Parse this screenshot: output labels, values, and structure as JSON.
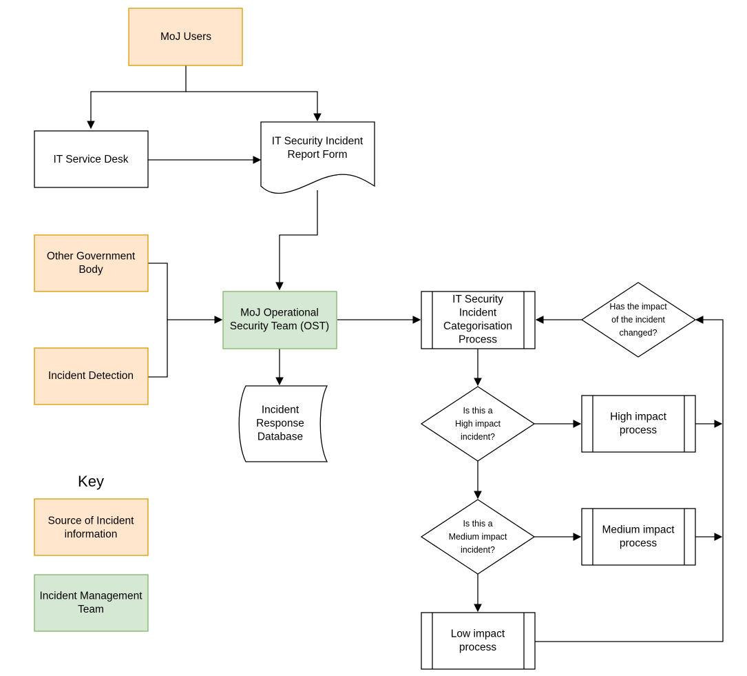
{
  "colors": {
    "source_fill": "#ffe6cc",
    "source_stroke": "#d79b00",
    "team_fill": "#d5e8d4",
    "team_stroke": "#82b366",
    "plain_fill": "#ffffff",
    "line": "#000000"
  },
  "nodes": {
    "moj_users": [
      "MoJ Users"
    ],
    "it_service_desk": [
      "IT Service Desk"
    ],
    "report_form": [
      "IT Security Incident",
      "Report Form"
    ],
    "other_gov_body": [
      "Other Government",
      "Body"
    ],
    "incident_detection": [
      "Incident Detection"
    ],
    "ost": [
      "MoJ Operational",
      "Security Team (OST)"
    ],
    "database": [
      "Incident",
      "Response",
      "Database"
    ],
    "categorisation": [
      "IT Security",
      "Incident",
      "Categorisation",
      "Process"
    ],
    "impact_changed": [
      "Has the impact",
      "of the incident",
      "changed?"
    ],
    "is_high": [
      "Is this a",
      "High impact",
      "incident?"
    ],
    "high_process": [
      "High impact",
      "process"
    ],
    "is_medium": [
      "Is this a",
      "Medium impact",
      "incident?"
    ],
    "medium_process": [
      "Medium impact",
      "process"
    ],
    "low_process": [
      "Low impact",
      "process"
    ]
  },
  "key": {
    "title": "Key",
    "source": [
      "Source of Incident",
      "information"
    ],
    "team": [
      "Incident Management",
      "Team"
    ]
  }
}
